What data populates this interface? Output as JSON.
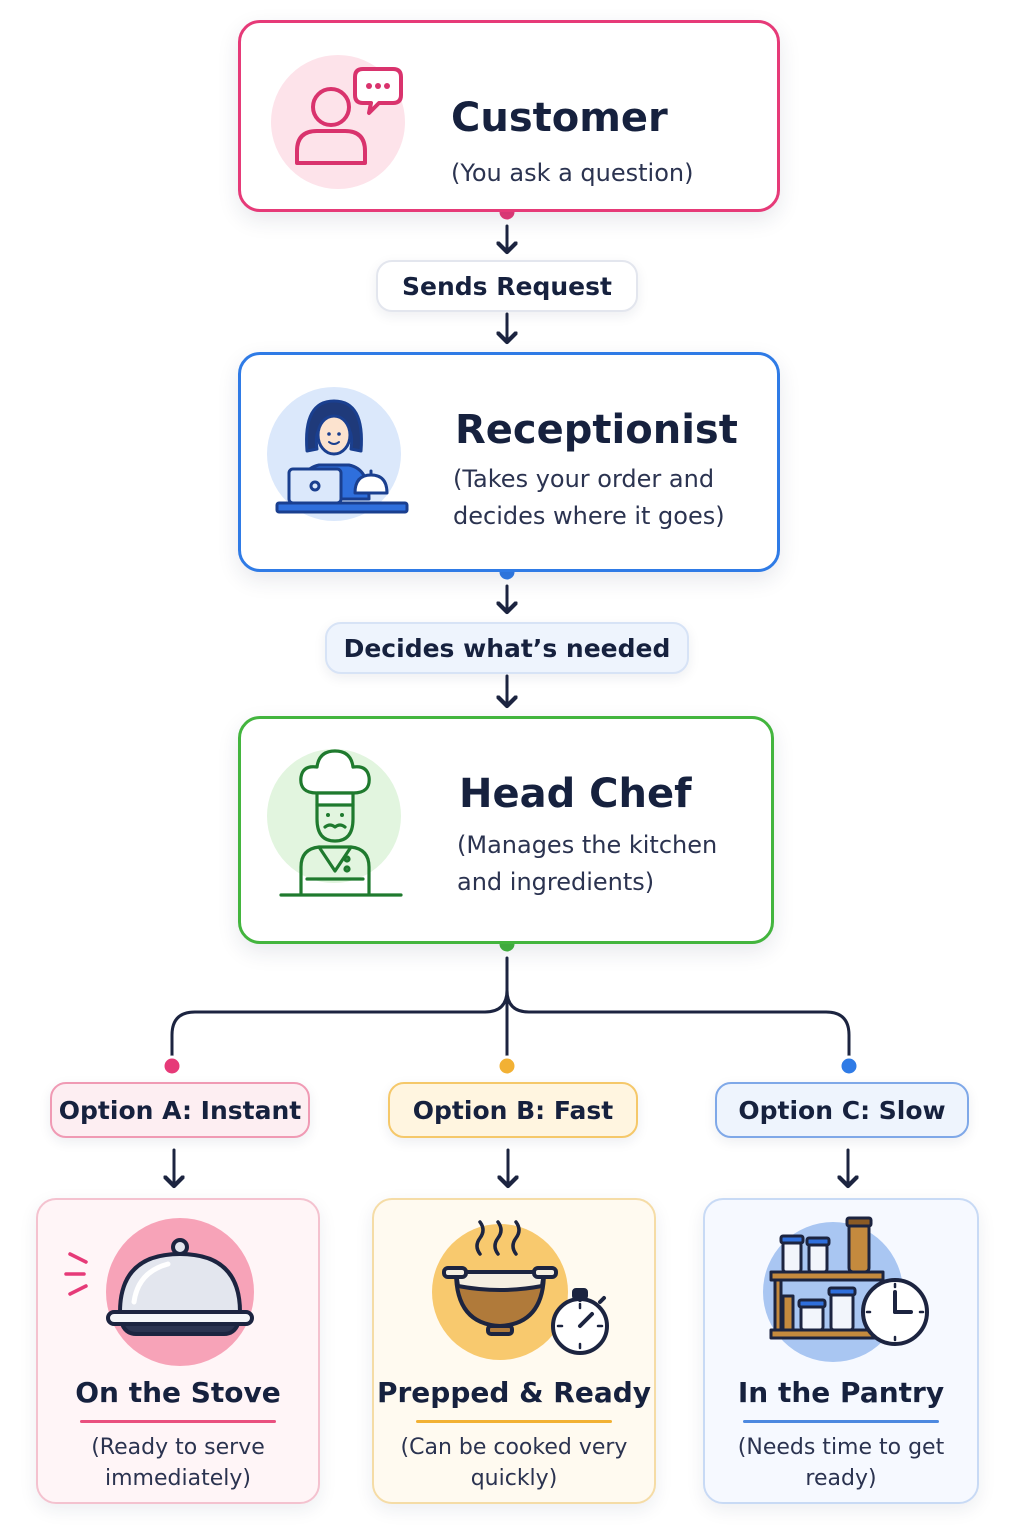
{
  "colors": {
    "customer": "#e63a78",
    "receptionist": "#2f7be6",
    "head_chef": "#43b53e",
    "option_a": "#e9507f",
    "option_b": "#f2b134",
    "option_c": "#4d89e0",
    "connector": "#1c2440"
  },
  "customer": {
    "title": "Customer",
    "description": "(You ask a question)",
    "icon": "person-speech-bubble-icon"
  },
  "connector_1": {
    "label": "Sends Request"
  },
  "receptionist": {
    "title": "Receptionist",
    "description": "(Takes your order and decides where it goes)",
    "icon": "receptionist-laptop-bell-icon"
  },
  "connector_2": {
    "label": "Decides what’s needed"
  },
  "head_chef": {
    "title": "Head Chef",
    "description": "(Manages the kitchen and ingredients)",
    "icon": "chef-icon"
  },
  "options": [
    {
      "label": "Option A: Instant",
      "title": "On the Stove",
      "description": "(Ready to serve immediately)",
      "icon": "serving-cloche-icon"
    },
    {
      "label": "Option B: Fast",
      "title": "Prepped & Ready",
      "description": "(Can be cooked very quickly)",
      "icon": "steaming-bowl-stopwatch-icon"
    },
    {
      "label": "Option C: Slow",
      "title": "In the Pantry",
      "description": "(Needs time to get ready)",
      "icon": "pantry-shelf-clock-icon"
    }
  ]
}
